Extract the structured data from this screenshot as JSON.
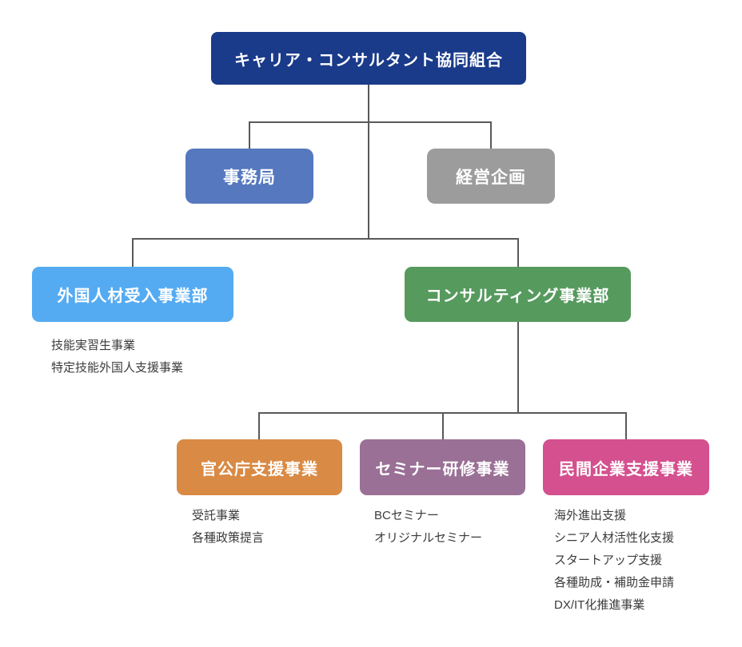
{
  "org": {
    "line_color": "#595959",
    "node_text_color": "#FFFFFF",
    "list_text_color": "#3C3C3C",
    "root": {
      "label": "キャリア・コンサルタント協同組合",
      "color": "#1A3A8A"
    },
    "secretariat": {
      "label": "事務局",
      "color": "#5578BE"
    },
    "planning": {
      "label": "経営企画",
      "color": "#9C9C9C"
    },
    "foreign": {
      "label": "外国人材受入事業部",
      "color": "#55ABF2",
      "items": [
        "技能実習生事業",
        "特定技能外国人支援事業"
      ]
    },
    "consulting": {
      "label": "コンサルティング事業部",
      "color": "#569A5E"
    },
    "government": {
      "label": "官公庁支援事業",
      "color": "#D98A44",
      "items": [
        "受託事業",
        "各種政策提言"
      ]
    },
    "seminar": {
      "label": "セミナー研修事業",
      "color": "#9A7096",
      "items": [
        "BCセミナー",
        "オリジナルセミナー"
      ]
    },
    "private": {
      "label": "民間企業支援事業",
      "color": "#D4508E",
      "items": [
        "海外進出支援",
        "シニア人材活性化支援",
        "スタートアップ支援",
        "各種助成・補助金申請",
        "DX/IT化推進事業"
      ]
    }
  }
}
